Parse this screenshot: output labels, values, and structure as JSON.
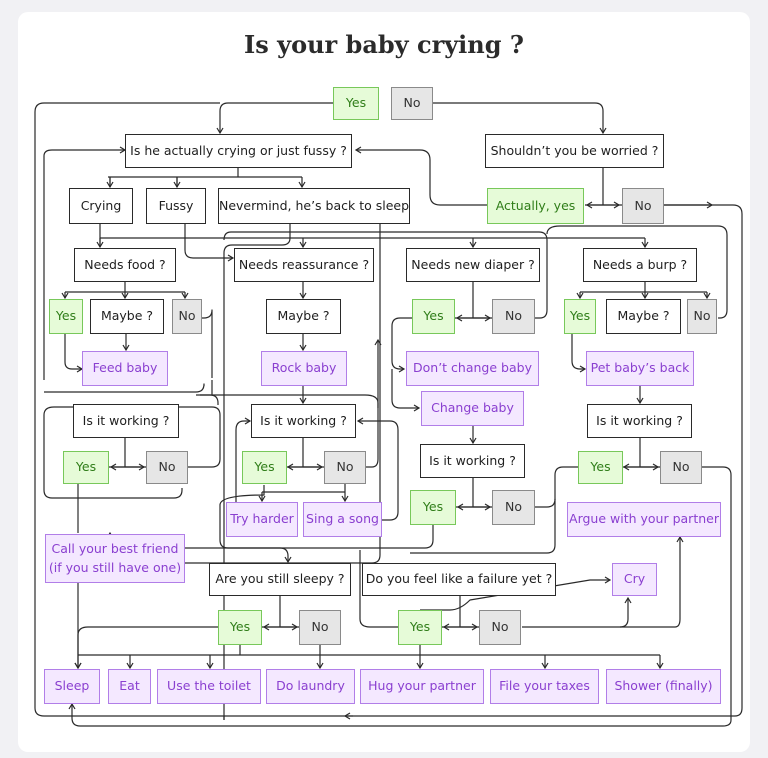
{
  "title": "Is your baby crying ?",
  "colors": {
    "yes": "#78c85a",
    "no": "#8a8a8a",
    "action": "#b17ee8",
    "line": "#2a2a2a"
  },
  "nodes": {
    "start_yes": "Yes",
    "start_no": "No",
    "q_crying_or_fussy": "Is he actually crying or just fussy ?",
    "q_worried": "Shouldn’t you be worried ?",
    "opt_crying": "Crying",
    "opt_fussy": "Fussy",
    "opt_nevermind": "Nevermind, he’s back to sleep",
    "worried_yes": "Actually, yes",
    "worried_no": "No",
    "q_food": "Needs food ?",
    "q_reassurance": "Needs reassurance ?",
    "q_diaper": "Needs new diaper ?",
    "q_burp": "Needs a burp ?",
    "food_yes": "Yes",
    "food_maybe": "Maybe ?",
    "food_no": "No",
    "reassure_maybe": "Maybe ?",
    "diaper_yes": "Yes",
    "diaper_no": "No",
    "burp_yes": "Yes",
    "burp_maybe": "Maybe ?",
    "burp_no": "No",
    "feed_baby": "Feed baby",
    "rock_baby": "Rock baby",
    "dont_change": "Don’t change baby",
    "pat_back": "Pet baby’s back",
    "change_baby": "Change baby",
    "q_working_1": "Is it working ?",
    "q_working_2": "Is it working ?",
    "q_working_3": "Is it working ?",
    "q_working_4": "Is it working ?",
    "w1_yes": "Yes",
    "w1_no": "No",
    "w2_yes": "Yes",
    "w2_no": "No",
    "w3_yes": "Yes",
    "w3_no": "No",
    "w4_yes": "Yes",
    "w4_no": "No",
    "try_harder": "Try harder",
    "sing_song": "Sing a song",
    "argue": "Argue with your partner",
    "call_friend": "Call your best friend (if you still have one)",
    "q_sleepy": "Are you still sleepy ?",
    "q_failure": "Do you feel like a failure yet ?",
    "cry": "Cry",
    "sleepy_yes": "Yes",
    "sleepy_no": "No",
    "failure_yes": "Yes",
    "failure_no": "No",
    "sleep": "Sleep",
    "eat": "Eat",
    "toilet": "Use the toilet",
    "laundry": "Do laundry",
    "hug": "Hug your partner",
    "taxes": "File your taxes",
    "shower": "Shower (finally)"
  }
}
